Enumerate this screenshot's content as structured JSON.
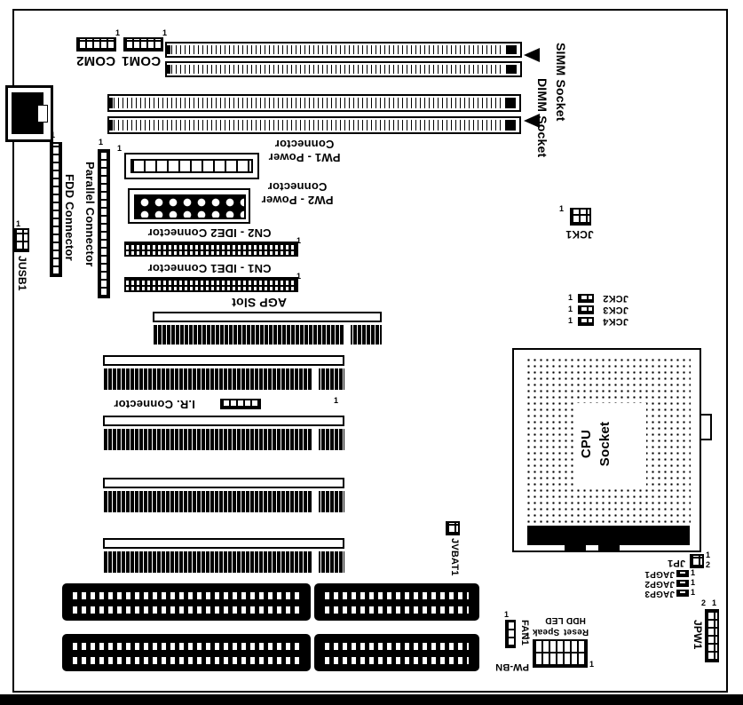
{
  "labels": {
    "com1": "COM1",
    "com2": "COM2",
    "simm": "SIMM Socket",
    "dimm": "DIMM Socket",
    "pw1": "PW1 - Power\nConnector",
    "pw2": "PW2 - Power\nConnector",
    "cn2": "CN2 - IDE2 Connector",
    "cn1": "CN1 - IDE1 Connector",
    "agp": "AGP Slot",
    "ir": "I.R. Connector",
    "fdd": "FDD Connector",
    "parallel": "Parallel Connector",
    "jusb1": "JUSB1",
    "jck1": "JCK1",
    "jck2": "JCK2",
    "jck3": "JCK3",
    "jck4": "JCK4",
    "cpu": "CPU\nSocket",
    "jvbat1": "JVBAT1",
    "jp1": "JP1",
    "jagp1": "JAGP1",
    "jagp2": "JAGP2",
    "jagp3": "JAGP3",
    "jpw1": "JPW1",
    "fan1": "FAN1",
    "pwbn": "PW-BN",
    "reset": "Reset",
    "speak": "Speak",
    "hdd_led": "HDD LED"
  },
  "markers": {
    "pin1": "1",
    "pin2": "2"
  },
  "colors": {
    "ink": "#000000",
    "paper": "#ffffff"
  }
}
